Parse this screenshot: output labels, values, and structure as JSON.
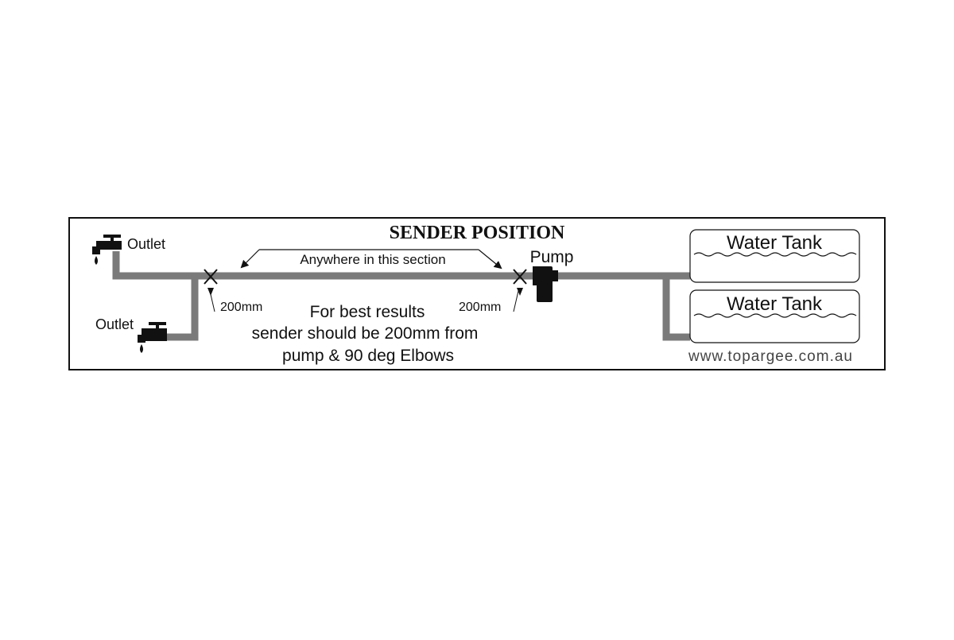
{
  "diagram": {
    "title": "SENDER POSITION",
    "outlet_top_label": "Outlet",
    "outlet_bottom_label": "Outlet",
    "section_label": "Anywhere in this section",
    "pump_label": "Pump",
    "distance_left_label": "200mm",
    "distance_right_label": "200mm",
    "note_lines": [
      "For best results",
      "sender should be 200mm from",
      "pump & 90 deg Elbows"
    ],
    "tank_top_label": "Water Tank",
    "tank_bottom_label": "Water Tank",
    "website": "www.topargee.com.au"
  },
  "colors": {
    "pipe": "#7a7a7a",
    "frame": "#111111",
    "ink": "#111111",
    "background": "#ffffff"
  }
}
